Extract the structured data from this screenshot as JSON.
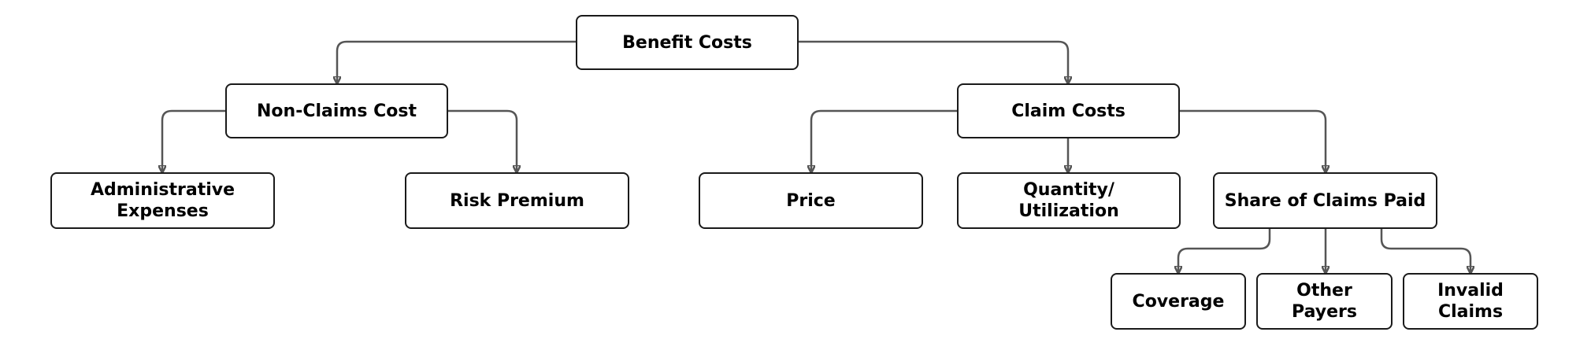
{
  "diagram": {
    "type": "hierarchy-tree",
    "colors": {
      "box_border": "#1a1a1a",
      "box_fill": "#ffffff",
      "connector": "#555555",
      "text": "#000000"
    },
    "nodes": {
      "benefit_costs": "Benefit Costs",
      "non_claims_cost": "Non-Claims Cost",
      "claim_costs": "Claim Costs",
      "administrative_expenses": "Administrative\nExpenses",
      "risk_premium": "Risk Premium",
      "price": "Price",
      "quantity_utilization": "Quantity/\nUtilization",
      "share_of_claims_paid": "Share of Claims Paid",
      "coverage": "Coverage",
      "other_payers": "Other\nPayers",
      "invalid_claims": "Invalid\nClaims"
    },
    "edges": [
      [
        "benefit_costs",
        "non_claims_cost"
      ],
      [
        "benefit_costs",
        "claim_costs"
      ],
      [
        "non_claims_cost",
        "administrative_expenses"
      ],
      [
        "non_claims_cost",
        "risk_premium"
      ],
      [
        "claim_costs",
        "price"
      ],
      [
        "claim_costs",
        "quantity_utilization"
      ],
      [
        "claim_costs",
        "share_of_claims_paid"
      ],
      [
        "share_of_claims_paid",
        "coverage"
      ],
      [
        "share_of_claims_paid",
        "other_payers"
      ],
      [
        "share_of_claims_paid",
        "invalid_claims"
      ]
    ]
  }
}
